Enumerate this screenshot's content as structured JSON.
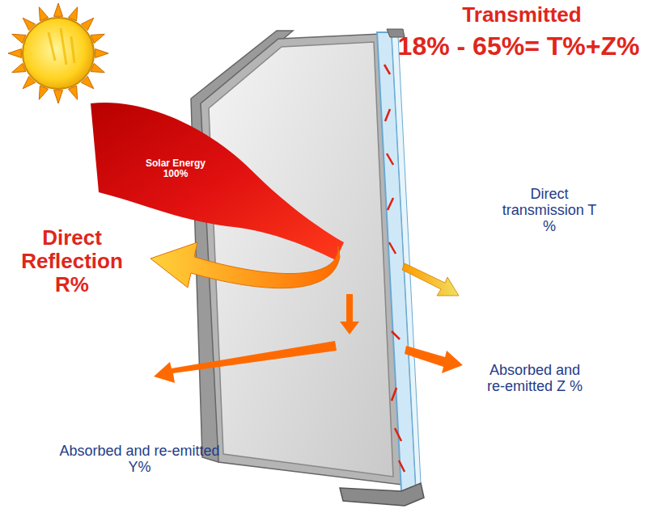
{
  "diagram": {
    "labels": [
      "Transmitted",
      "18% - 65%= T%+Z%",
      "Solar Energy 100%",
      "Direct Reflection R%",
      "Direct transmission T %",
      "Absorbed and re-emitted Z %",
      "Absorbed and re-emitted Y%"
    ]
  }
}
